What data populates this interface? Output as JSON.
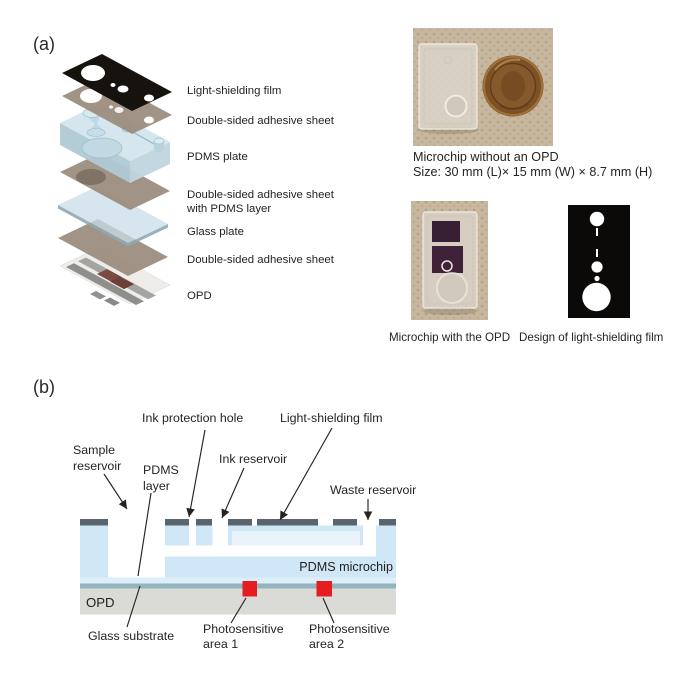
{
  "panel_a": {
    "tag": "(a)",
    "layers": [
      {
        "label": "Light-shielding film"
      },
      {
        "label": "Double-sided adhesive sheet"
      },
      {
        "label": "PDMS plate"
      },
      {
        "label": "Double-sided adhesive sheet",
        "label_line2": "with PDMS layer"
      },
      {
        "label": "Glass plate"
      },
      {
        "label": "Double-sided adhesive sheet"
      },
      {
        "label": "OPD"
      }
    ],
    "photos": {
      "chip_without_opd": {
        "caption": "Microchip without an OPD",
        "size_caption": "Size: 30 mm (L)× 15 mm (W) × 8.7 mm (H)"
      },
      "chip_with_opd": {
        "caption": "Microchip with the OPD"
      },
      "film_design": {
        "caption": "Design of light-shielding film"
      }
    }
  },
  "panel_b": {
    "tag": "(b)",
    "labels": {
      "sample_reservoir": {
        "line1": "Sample",
        "line2": "reservoir"
      },
      "pdms_layer": {
        "line1": "PDMS",
        "line2": "layer"
      },
      "ink_protection_hole": "Ink protection hole",
      "ink_reservoir": "Ink reservoir",
      "light_shielding_film": "Light-shielding film",
      "waste_reservoir": "Waste reservoir",
      "pdms_microchip": "PDMS microchip",
      "opd": "OPD",
      "glass_substrate": "Glass substrate",
      "photosensitive_1": {
        "line1": "Photosensitive",
        "line2": "area 1"
      },
      "photosensitive_2": {
        "line1": "Photosensitive",
        "line2": "area 2"
      }
    }
  },
  "colors": {
    "pdms_blue": "#cfe7f6",
    "cavity_light_blue": "#e8f3fb",
    "film_bar_gray": "#59646c",
    "glass_teal": "#93b3bd",
    "opd_gray": "#dadad7",
    "photosensitive_red": "#e41e20",
    "adhesive_taupe": "#9a8b7c",
    "shield_black": "#16130f"
  }
}
